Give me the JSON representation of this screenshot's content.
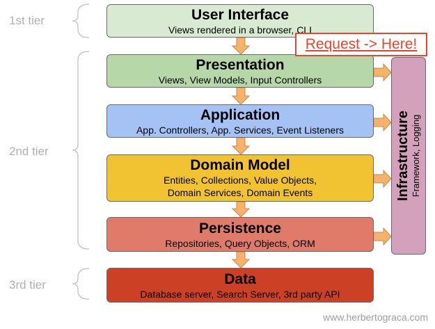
{
  "tiers": {
    "first": "1st tier",
    "second": "2nd tier",
    "third": "3rd tier"
  },
  "layers": {
    "ui": {
      "title": "User Interface",
      "lines": [
        "Views rendered in a browser, CLI"
      ],
      "color": "#d9ead3"
    },
    "presentation": {
      "title": "Presentation",
      "lines": [
        "Views, View Models, Input Controllers"
      ],
      "color": "#b6d7a8"
    },
    "application": {
      "title": "Application",
      "lines": [
        "App. Controllers, App. Services, Event Listeners"
      ],
      "color": "#a4c2f4"
    },
    "domain": {
      "title": "Domain Model",
      "lines": [
        "Entities, Collections, Value Objects,",
        "Domain Services, Domain Events"
      ],
      "color": "#f1c232"
    },
    "persistence": {
      "title": "Persistence",
      "lines": [
        "Repositories, Query Objects, ORM"
      ],
      "color": "#e06666"
    },
    "data": {
      "title": "Data",
      "lines": [
        "Database server, Search Server, 3rd party API"
      ],
      "color": "#cc4125"
    }
  },
  "infrastructure": {
    "title": "Infrastructure",
    "subtitle": "Framework, Logging",
    "color": "#d5a6bd"
  },
  "callout": {
    "text": "Request -> Here!",
    "color": "#e8452e"
  },
  "footer": {
    "text": "www.herbertograca.com"
  },
  "colors": {
    "arrow_fill": "#f6b26b",
    "arrow_stroke": "#c78a4a",
    "brace": "#c8c8c8"
  }
}
